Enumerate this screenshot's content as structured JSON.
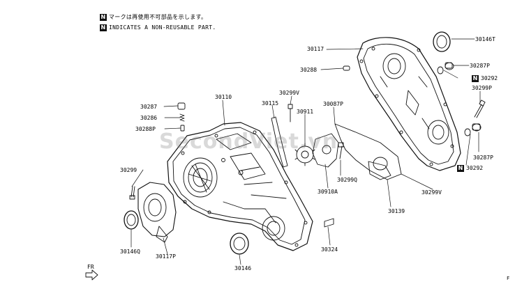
{
  "notes": {
    "jp": "マークは再使用不可部品を示します。",
    "en": "INDICATES A NON-REUSABLE PART.",
    "badge": "N"
  },
  "watermark": "SecondViet.vn",
  "fr_label": "FR",
  "corner_label": "F",
  "parts": {
    "p30146T": "30146T",
    "p30117": "30117",
    "p30287P_top": "30287P",
    "p30288": "30288",
    "p30292_top": "30292",
    "p30299P": "30299P",
    "p30110": "30110",
    "p30299V_top": "30299V",
    "p30087P": "30087P",
    "p30287": "30287",
    "p30115": "30115",
    "p30911": "30911",
    "p30286": "30286",
    "p30288P": "30288P",
    "p30287P_right": "30287P",
    "p30292_right": "30292",
    "p30299": "30299",
    "p30299Q": "30299Q",
    "p30910A": "30910A",
    "p30299V_right": "30299V",
    "p30139": "30139",
    "p30146Q": "30146Q",
    "p30117P": "30117P",
    "p30324": "30324",
    "p30146": "30146"
  }
}
